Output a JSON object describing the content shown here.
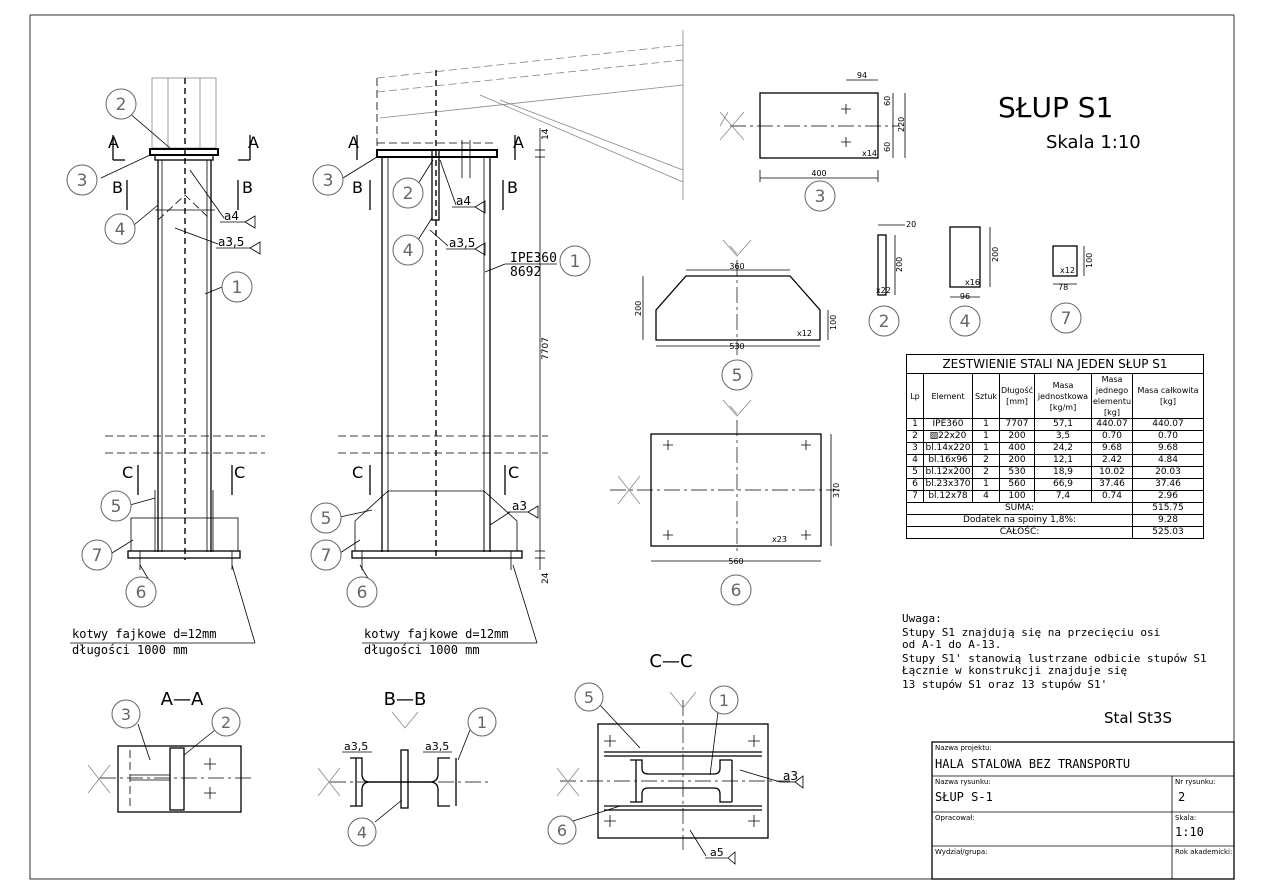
{
  "title": {
    "main": "SŁUP S1",
    "scale": "Skala 1:10"
  },
  "steel_grade": "Stal St3S",
  "anchors": {
    "line1": "kotwy fajkowe d=12mm",
    "line2": "długości 1000 mm"
  },
  "sections": {
    "aa": "A—A",
    "bb": "B—B",
    "cc": "C—C"
  },
  "section_marks": {
    "a": "A",
    "b": "B",
    "c": "C"
  },
  "profile": {
    "name": "IPE360",
    "length": "8692"
  },
  "welds": {
    "a4": "a4",
    "a35": "a3,5",
    "a3": "a3",
    "a5": "a5"
  },
  "part_numbers": [
    "1",
    "2",
    "3",
    "4",
    "5",
    "6",
    "7"
  ],
  "dims": {
    "p3_w": "400",
    "p3_a": "94",
    "p3_b": "60",
    "p3_c": "60",
    "p3_h": "220",
    "p3_q": "x14",
    "p2_w": "20",
    "p2_h": "200",
    "p2_q": "x22",
    "p4_w": "96",
    "p4_h": "200",
    "p4_q": "x16",
    "p7_w": "78",
    "p7_h": "100",
    "p7_q": "x12",
    "p5_top": "360",
    "p5_bot": "530",
    "p5_h": "200",
    "p5_h2": "100",
    "p5_q": "x12",
    "p6_w": "560",
    "p6_h": "370",
    "p6_q": "x23",
    "col_h": "7707",
    "col_top": "14",
    "col_bot": "24"
  },
  "steel_table": {
    "title": "ZESTWIENIE STALI NA JEDEN SŁUP S1",
    "headers": [
      "Lp",
      "Element",
      "Sztuk",
      "Długość [mm]",
      "Masa jednostkowa [kg/m]",
      "Masa jednego elementu [kg]",
      "Masa całkowita [kg]"
    ],
    "rows": [
      [
        "1",
        "IPE360",
        "1",
        "7707",
        "57,1",
        "440.07",
        "440.07"
      ],
      [
        "2",
        "▨22x20",
        "1",
        "200",
        "3,5",
        "0.70",
        "0.70"
      ],
      [
        "3",
        "bl.14x220",
        "1",
        "400",
        "24,2",
        "9.68",
        "9.68"
      ],
      [
        "4",
        "bl.16x96",
        "2",
        "200",
        "12,1",
        "2.42",
        "4.84"
      ],
      [
        "5",
        "bl.12x200",
        "2",
        "530",
        "18,9",
        "10.02",
        "20.03"
      ],
      [
        "6",
        "bl.23x370",
        "1",
        "560",
        "66,9",
        "37.46",
        "37.46"
      ],
      [
        "7",
        "bl.12x78",
        "4",
        "100",
        "7,4",
        "0.74",
        "2.96"
      ]
    ],
    "suma_label": "SUMA:",
    "suma_value": "515.75",
    "dodatek_label": "Dodatek na spoiny 1,8%:",
    "dodatek_value": "9.28",
    "calosc_label": "CAŁOŚĆ:",
    "calosc_value": "525.03"
  },
  "notes": {
    "heading": "Uwaga:",
    "lines": [
      "Stupy S1 znajdują się na przecięciu osi",
      "  od A-1 do A-13.",
      "Stupy S1' stanowią lustrzane odbicie stupów S1",
      "Łącznie w konstrukcji znajduje się",
      "  13 stupów S1 oraz 13 stupów S1'"
    ]
  },
  "title_block": {
    "project_label": "Nazwa projektu:",
    "project_value": "HALA STALOWA BEZ TRANSPORTU",
    "drawing_label": "Nazwa rysunku:",
    "drawing_value": "SŁUP S-1",
    "number_label": "Nr rysunku:",
    "number_value": "2",
    "author_label": "Opracował:",
    "scale_label": "Skala:",
    "scale_value": "1:10",
    "dept_label": "Wydział/grupa:",
    "year_label": "Rok akademicki:"
  }
}
